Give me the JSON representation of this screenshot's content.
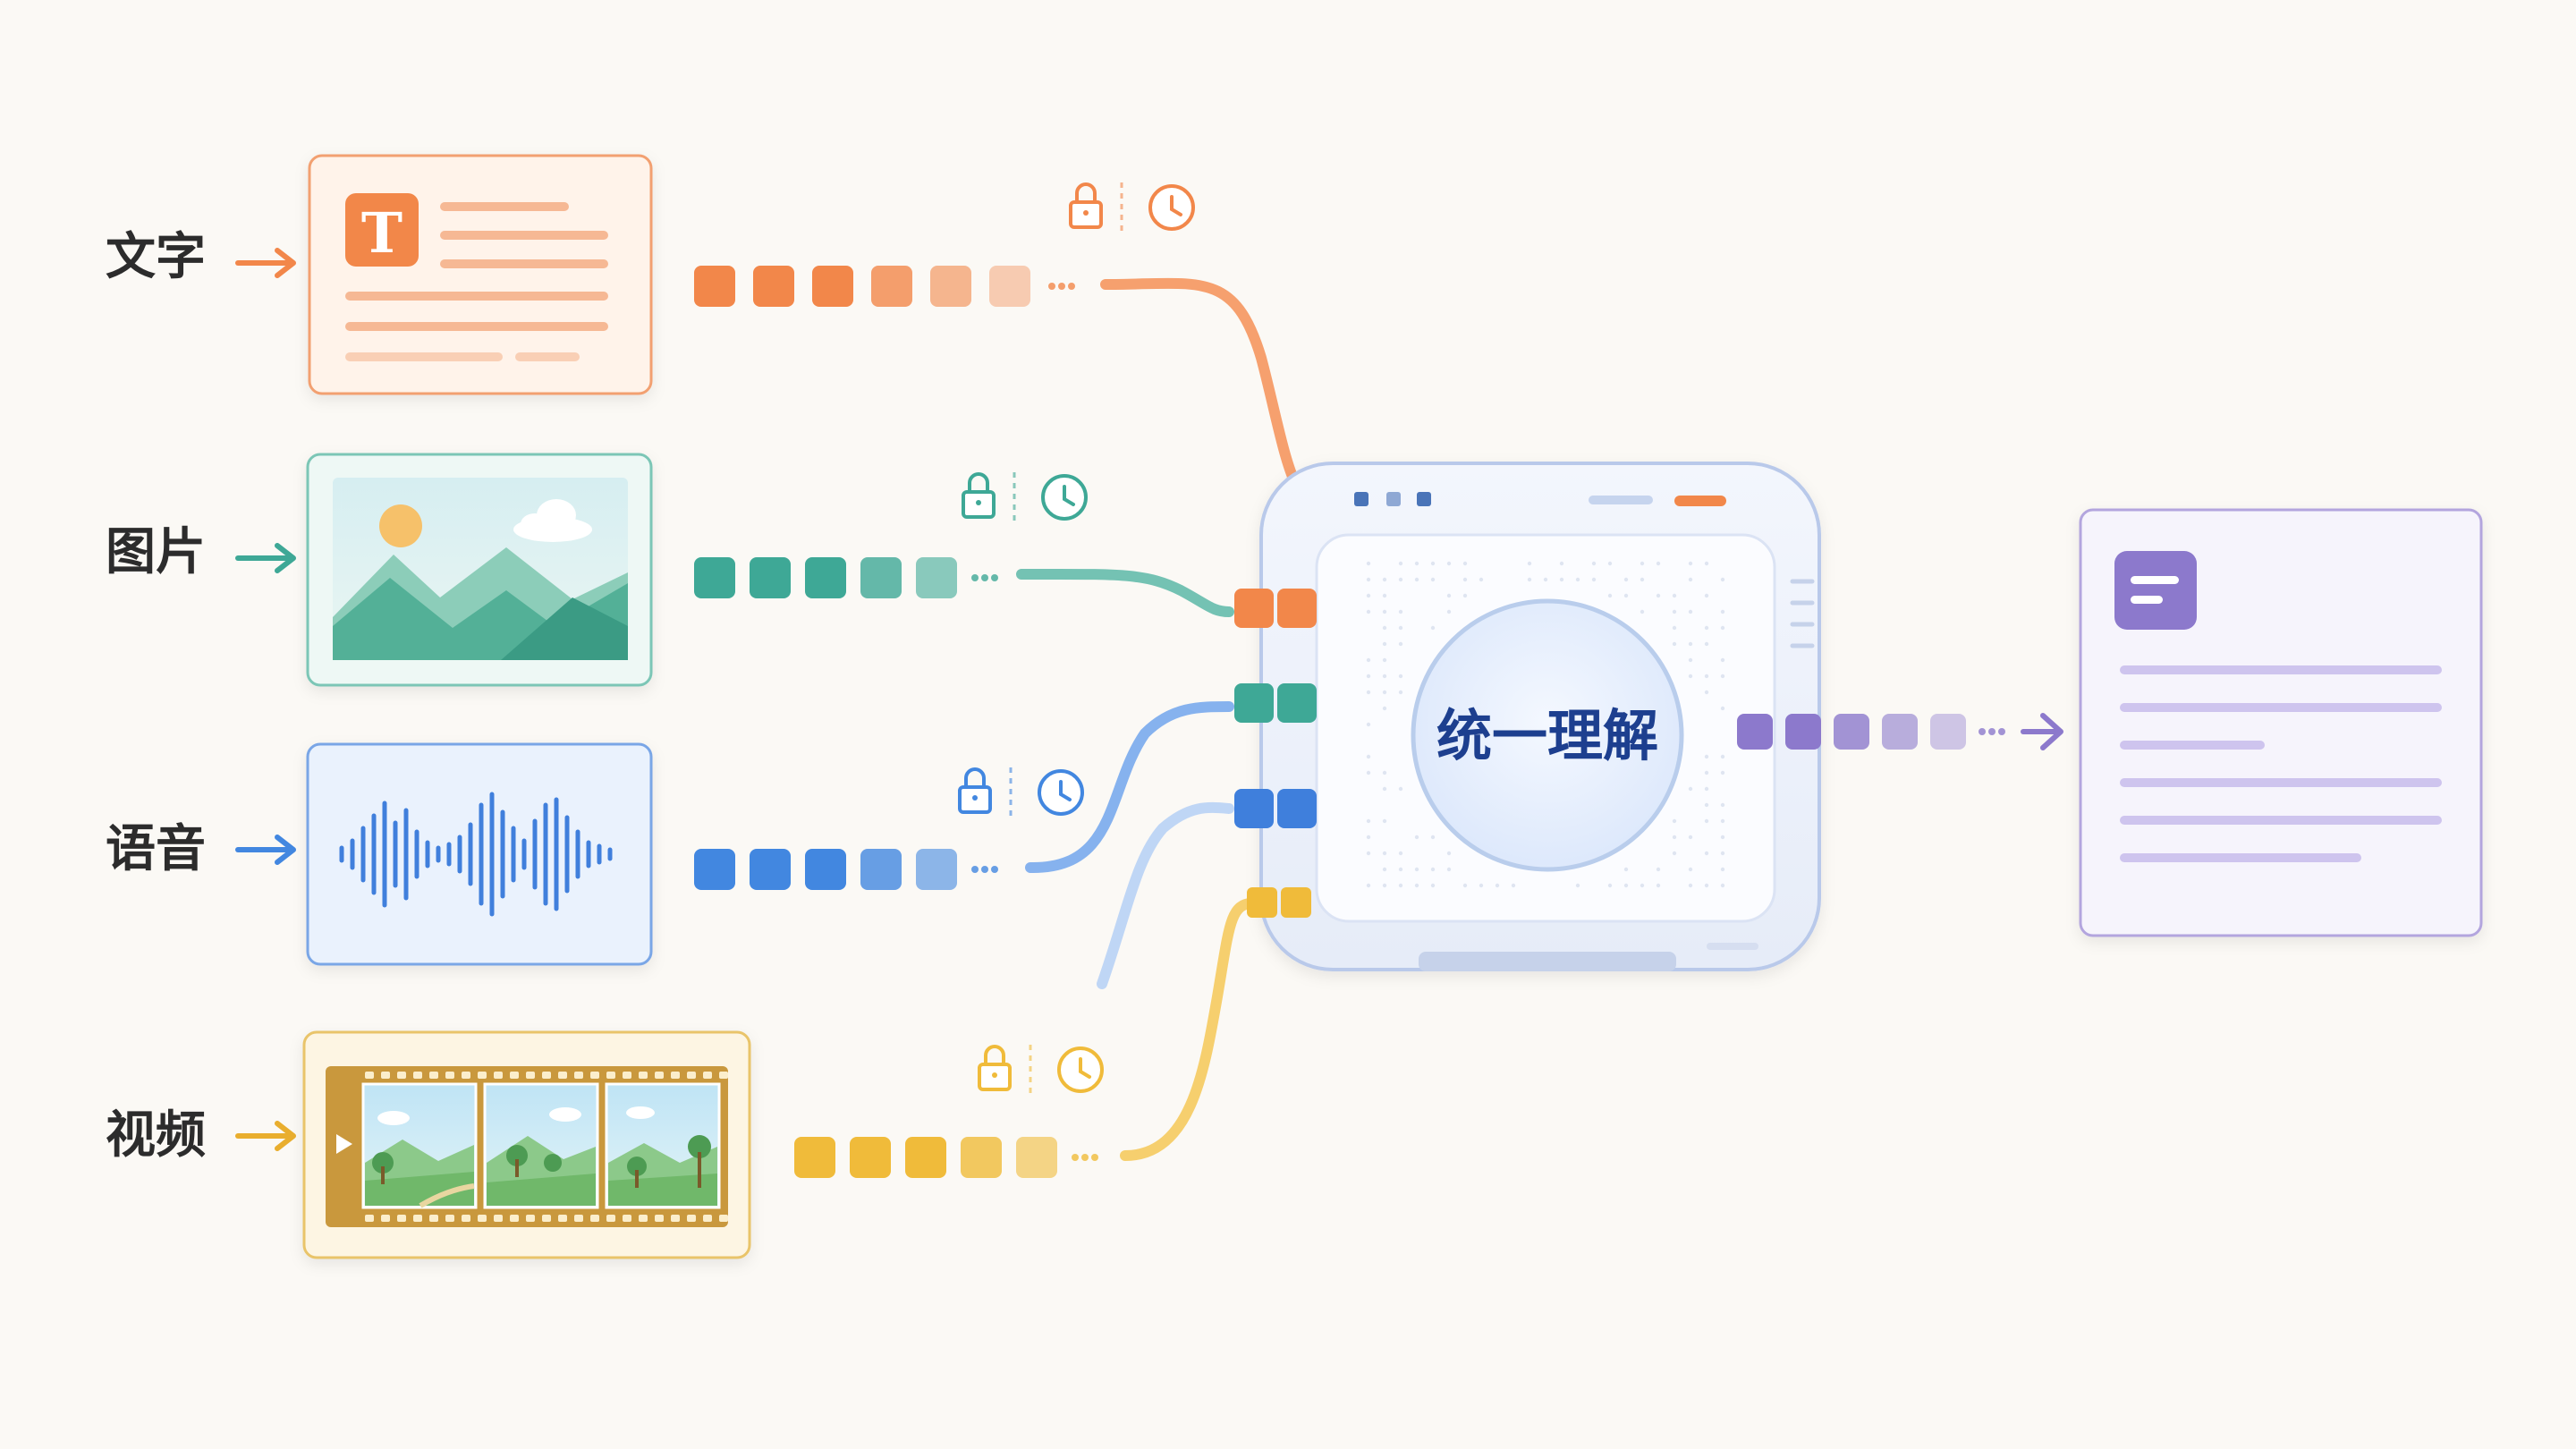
{
  "modalities": [
    {
      "id": "text",
      "label": "文字",
      "color": "#f2874a"
    },
    {
      "id": "image",
      "label": "图片",
      "color": "#3ea896"
    },
    {
      "id": "audio",
      "label": "语音",
      "color": "#4287e0"
    },
    {
      "id": "video",
      "label": "视频",
      "color": "#f0bb3a"
    }
  ],
  "center": {
    "label": "统一理解",
    "text_color": "#1d3f8f"
  },
  "output": {
    "color": "#8c79cc"
  },
  "icons": [
    "text-t-icon",
    "mountain-image-icon",
    "sound-wave-icon",
    "film-strip-icon",
    "lock-icon",
    "clock-icon",
    "document-icon"
  ]
}
